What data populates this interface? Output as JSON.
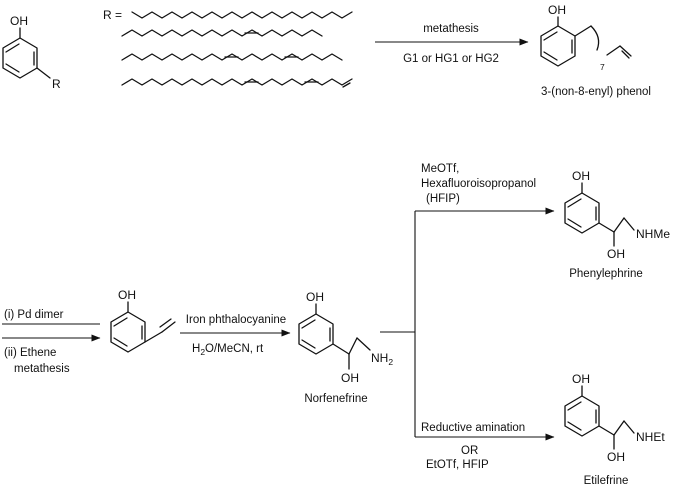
{
  "atoms": {
    "oh": "OH",
    "r": "R",
    "r_equals": "R =",
    "nh2_base": "NH",
    "nh2_sub": "2",
    "nhme": "NHMe",
    "nhet": "NHEt",
    "chain_count": "7"
  },
  "top_reaction": {
    "reagent_above": "metathesis",
    "reagent_below": "G1 or HG1 or HG2",
    "product_name": "3-(non-8-enyl) phenol"
  },
  "step1": {
    "line1": "(i) Pd dimer",
    "line2": "(ii) Ethene",
    "line3": "metathesis"
  },
  "step2": {
    "above": "Iron phthalocyanine",
    "below_a": "H",
    "below_sub": "2",
    "below_b": "O/MeCN, rt"
  },
  "intermediate_name": "Norfenefrine",
  "upper_branch": {
    "line1": "MeOTf,",
    "line2": "Hexafluoroisopropanol",
    "line3": "(HFIP)",
    "product_name": "Phenylephrine"
  },
  "lower_branch": {
    "line1": "Reductive amination",
    "line2": "OR",
    "line3": "EtOTf, HFIP",
    "product_name": "Etilefrine"
  }
}
